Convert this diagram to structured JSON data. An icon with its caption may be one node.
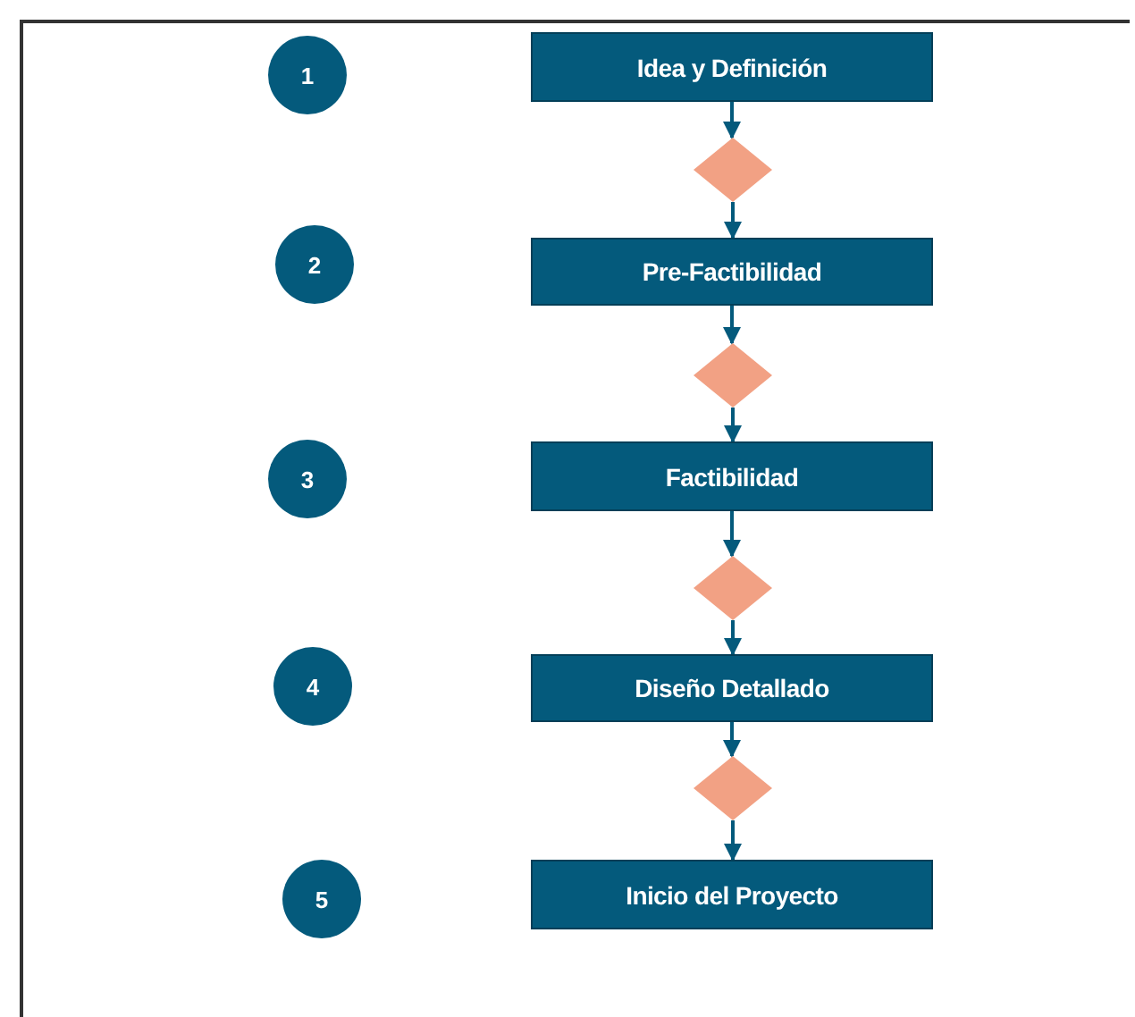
{
  "diagram": {
    "nodes": [
      {
        "text": [
          "1"
        ]
      },
      {
        "text": [
          "Idea y Definición"
        ]
      },
      {
        "text": [],
        "shape": "diamond"
      },
      {
        "text": [
          "2"
        ]
      },
      {
        "text": [
          "Pre-Factibilidad"
        ]
      },
      {
        "text": [],
        "shape": "diamond"
      },
      {
        "text": [
          "3"
        ]
      },
      {
        "text": [
          "Factibilidad"
        ]
      },
      {
        "text": [],
        "shape": "diamond"
      },
      {
        "text": [
          "4"
        ]
      },
      {
        "text": [
          "Diseño Detallado"
        ]
      },
      {
        "text": [],
        "shape": "diamond"
      },
      {
        "text": [
          "5"
        ]
      },
      {
        "text": [
          "Inicio del Proyecto"
        ]
      }
    ],
    "edges": [
      {
        "from": 1,
        "to": 2,
        "arrow": "to"
      },
      {
        "from": 2,
        "to": 4,
        "arrow": "to"
      },
      {
        "from": 4,
        "to": 5,
        "arrow": "to"
      },
      {
        "from": 5,
        "to": 7,
        "arrow": "to"
      },
      {
        "from": 7,
        "to": 8,
        "arrow": "to"
      },
      {
        "from": 8,
        "to": 10,
        "arrow": "to"
      },
      {
        "from": 10,
        "to": 11,
        "arrow": "to"
      },
      {
        "from": 11,
        "to": 13,
        "arrow": "to"
      }
    ]
  }
}
